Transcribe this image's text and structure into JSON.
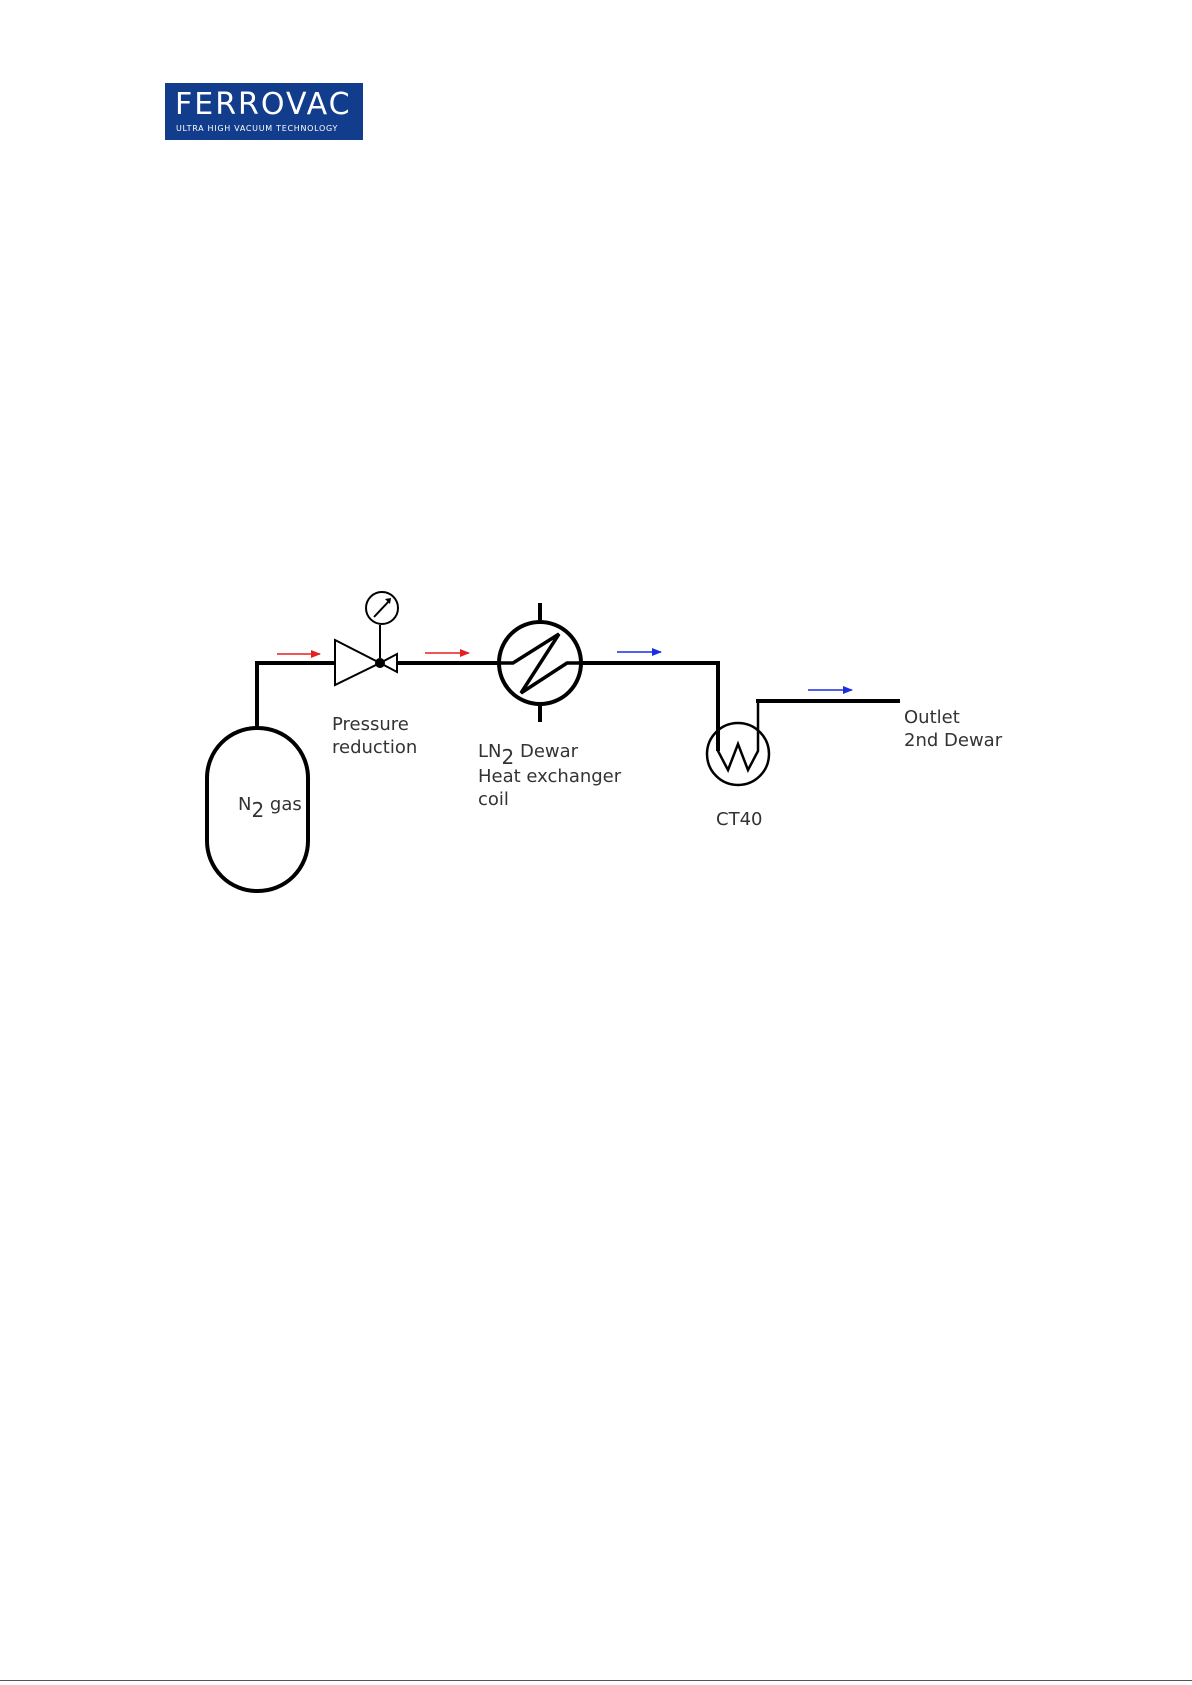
{
  "logo": {
    "name": "FERROVAC",
    "tagline": "ULTRA HIGH VACUUM TECHNOLOGY",
    "background_color": "#123d8c"
  },
  "diagram": {
    "n2_gas": {
      "main": "N",
      "sub": "2",
      "rest": " gas"
    },
    "pressure_reduction": [
      "Pressure",
      "reduction"
    ],
    "dewar": {
      "line1_main": "LN",
      "line1_sub": "2",
      "line1_rest": " Dewar",
      "line2": "Heat exchanger",
      "line3": "coil"
    },
    "ct40": "CT40",
    "outlet": [
      "Outlet",
      "2nd Dewar"
    ],
    "colors": {
      "warm_flow": "#e52020",
      "cold_flow": "#1a2ee0",
      "line": "#000000"
    }
  }
}
